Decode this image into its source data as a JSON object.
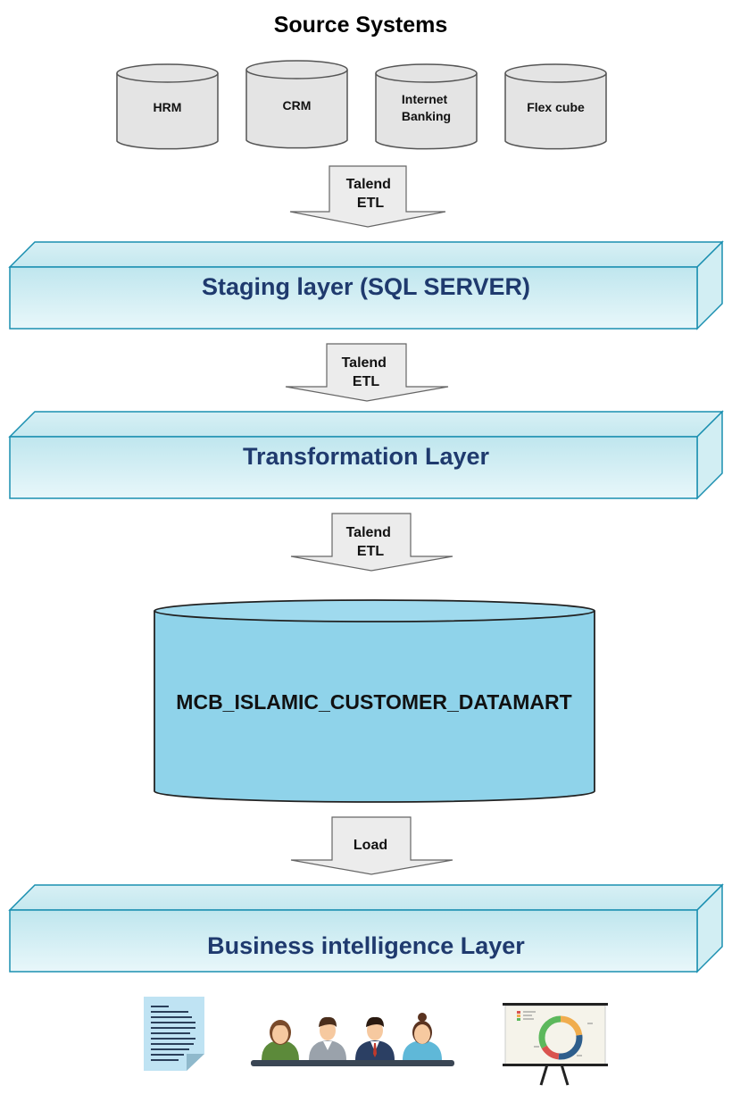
{
  "title": "Source Systems",
  "sources": [
    {
      "label_lines": [
        "HRM"
      ]
    },
    {
      "label_lines": [
        "CRM"
      ]
    },
    {
      "label_lines": [
        "Internet",
        "Banking"
      ]
    },
    {
      "label_lines": [
        "Flex cube"
      ]
    }
  ],
  "arrows": [
    {
      "label_lines": [
        "Talend",
        "ETL"
      ]
    },
    {
      "label_lines": [
        "Talend",
        "ETL"
      ]
    },
    {
      "label_lines": [
        "Talend",
        "ETL"
      ]
    },
    {
      "label_lines": [
        "Load"
      ]
    }
  ],
  "layers": [
    {
      "label": "Staging layer (SQL SERVER)"
    },
    {
      "label": "Transformation Layer"
    },
    {
      "label": "Business intelligence Layer"
    }
  ],
  "datamart": {
    "label": "MCB_ISLAMIC_CUSTOMER_DATAMART"
  },
  "bi_icons": [
    "document-icon",
    "users-group-icon",
    "presentation-board-icon"
  ],
  "colors": {
    "layer_fill_top": "#bfe6ee",
    "layer_fill_bottom": "#e6f6f9",
    "layer_stroke": "#1a8fb0",
    "layer_text": "#1f3a6e",
    "datamart_fill": "#8fd3ea",
    "source_fill": "#e4e4e4",
    "arrow_fill": "#ececec"
  }
}
